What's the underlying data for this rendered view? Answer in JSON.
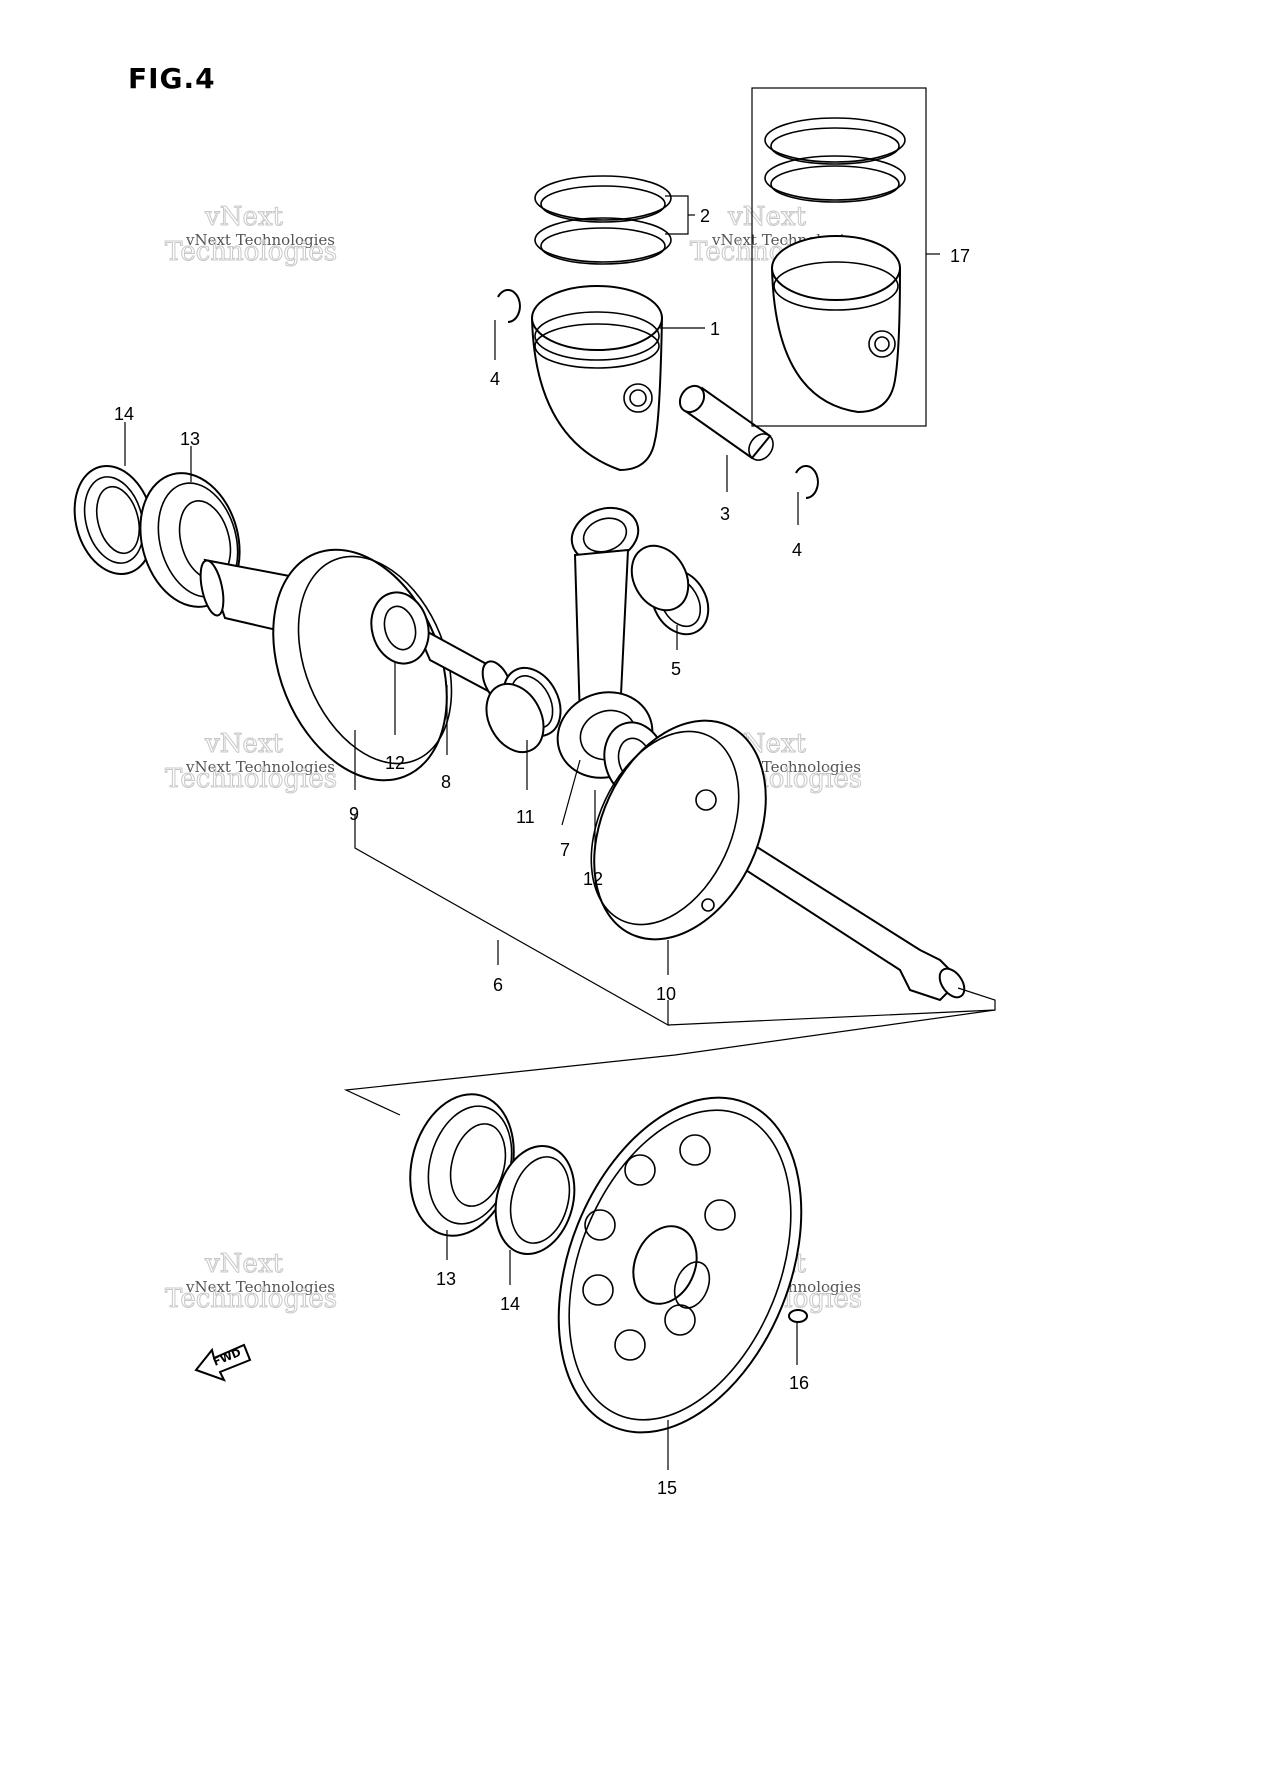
{
  "figure": {
    "title": "FIG.4"
  },
  "watermark": {
    "line1": "vNext Technologies",
    "line2": "vNext",
    "line3": "Technologies"
  },
  "fwd_label": "FWD",
  "callouts": {
    "c1": "1",
    "c2": "2",
    "c3": "3",
    "c4a": "4",
    "c4b": "4",
    "c5": "5",
    "c6": "6",
    "c7": "7",
    "c8": "8",
    "c9": "9",
    "c10": "10",
    "c11": "11",
    "c12a": "12",
    "c12b": "12",
    "c13a": "13",
    "c13b": "13",
    "c14a": "14",
    "c14b": "14",
    "c15": "15",
    "c16": "16",
    "c17": "17"
  }
}
